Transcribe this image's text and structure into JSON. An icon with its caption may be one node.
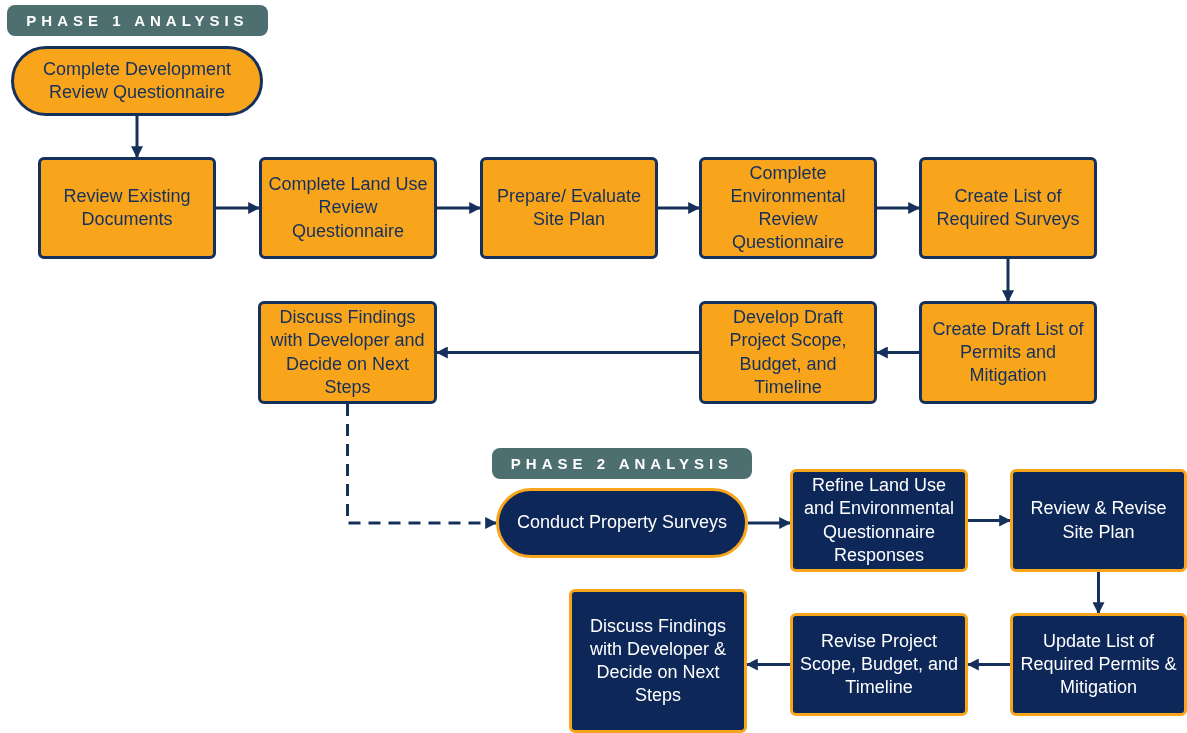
{
  "diagram": {
    "nodes": [
      {
        "text": [
          "PHASE 1 ANALYSIS"
        ]
      },
      {
        "text": [
          "Complete Development Review Questionnaire"
        ]
      },
      {
        "text": [
          "Review Existing Documents"
        ]
      },
      {
        "text": [
          "Complete Land Use Review Questionnaire"
        ]
      },
      {
        "text": [
          "Prepare/ Evaluate Site Plan"
        ]
      },
      {
        "text": [
          "Complete Environmental Review Questionnaire"
        ]
      },
      {
        "text": [
          "Create List of Required Surveys"
        ]
      },
      {
        "text": [
          "Discuss Findings with Developer and Decide on Next Steps"
        ]
      },
      {
        "text": [
          "Develop Draft Project Scope, Budget, and Timeline"
        ]
      },
      {
        "text": [
          "Create Draft List of Permits and Mitigation"
        ]
      },
      {
        "text": [
          "PHASE 2 ANALYSIS"
        ]
      },
      {
        "text": [
          "Conduct Property Surveys"
        ]
      },
      {
        "text": [
          "Refine Land Use and Environmental Questionnaire Responses"
        ]
      },
      {
        "text": [
          "Review & Revise Site Plan"
        ]
      },
      {
        "text": [
          "Discuss Findings with Developer & Decide on Next Steps"
        ]
      },
      {
        "text": [
          "Revise Project Scope, Budget, and Timeline"
        ]
      },
      {
        "text": [
          "Update List of Required Permits & Mitigation"
        ]
      }
    ],
    "edges": [
      {
        "from": 1,
        "to": 2,
        "arrow": "to"
      },
      {
        "from": 2,
        "to": 3,
        "arrow": "to"
      },
      {
        "from": 3,
        "to": 4,
        "arrow": "to"
      },
      {
        "from": 4,
        "to": 5,
        "arrow": "to"
      },
      {
        "from": 5,
        "to": 6,
        "arrow": "to"
      },
      {
        "from": 6,
        "to": 9,
        "arrow": "to"
      },
      {
        "from": 9,
        "to": 8,
        "arrow": "to"
      },
      {
        "from": 8,
        "to": 7,
        "arrow": "to"
      },
      {
        "from": 7,
        "to": 11,
        "arrow": "to",
        "style": "dashed"
      },
      {
        "from": 11,
        "to": 12,
        "arrow": "to"
      },
      {
        "from": 12,
        "to": 13,
        "arrow": "to"
      },
      {
        "from": 13,
        "to": 16,
        "arrow": "to"
      },
      {
        "from": 16,
        "to": 15,
        "arrow": "to"
      },
      {
        "from": 15,
        "to": 14,
        "arrow": "to"
      }
    ]
  }
}
